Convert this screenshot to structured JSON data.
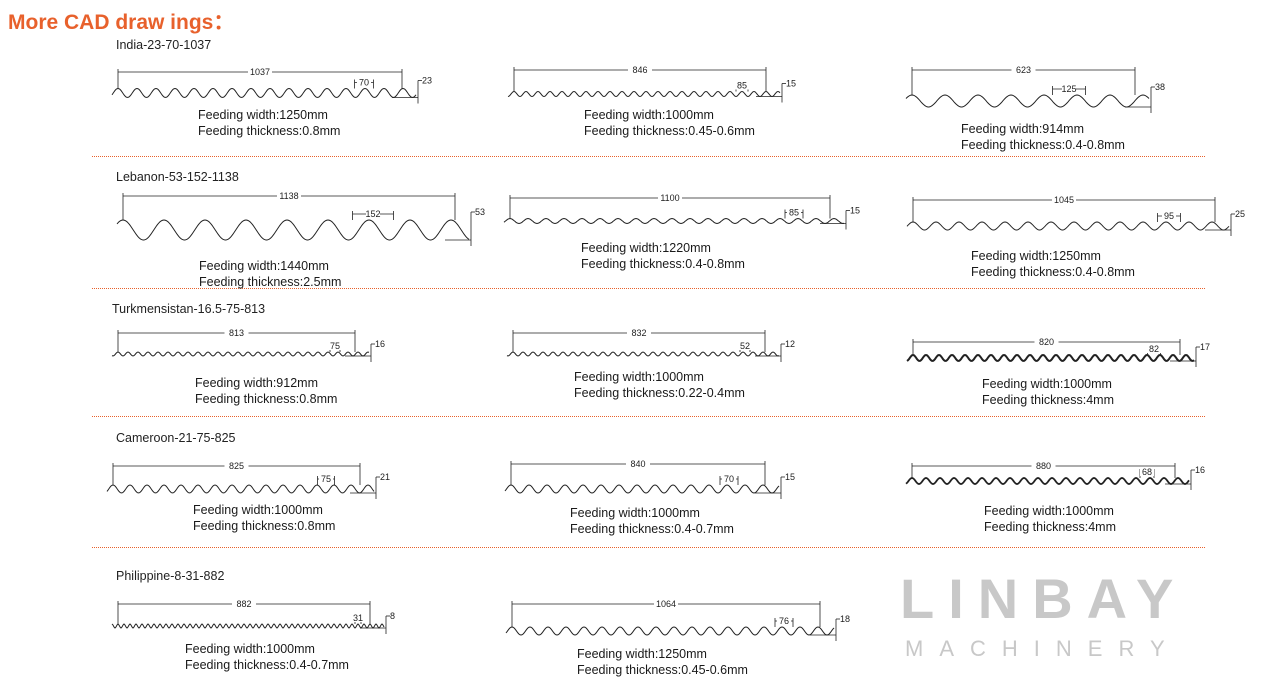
{
  "title": "More CAD draw ings：",
  "watermark": {
    "brand": "LINBAY",
    "sub": "MACHINERY"
  },
  "rows": [
    {
      "label": "India-23-70-1037",
      "profiles": [
        {
          "width": "1037",
          "pitch": "70",
          "height": "23",
          "feeding_width": "Feeding width:1250mm",
          "feeding_thickness": "Feeding thickness:0.8mm"
        },
        {
          "width": "846",
          "pitch": "85",
          "height": "15",
          "feeding_width": "Feeding width:1000mm",
          "feeding_thickness": "Feeding thickness:0.45-0.6mm"
        },
        {
          "width": "623",
          "pitch": "125",
          "height": "38",
          "feeding_width": "Feeding width:914mm",
          "feeding_thickness": "Feeding thickness:0.4-0.8mm"
        }
      ]
    },
    {
      "label": "Lebanon-53-152-1138",
      "profiles": [
        {
          "width": "1138",
          "pitch": "152",
          "height": "53",
          "feeding_width": "Feeding width:1440mm",
          "feeding_thickness": "Feeding thickness:2.5mm"
        },
        {
          "width": "1100",
          "pitch": "85",
          "height": "15",
          "feeding_width": "Feeding width:1220mm",
          "feeding_thickness": "Feeding thickness:0.4-0.8mm"
        },
        {
          "width": "1045",
          "pitch": "95",
          "height": "25",
          "feeding_width": "Feeding width:1250mm",
          "feeding_thickness": "Feeding thickness:0.4-0.8mm"
        }
      ]
    },
    {
      "label": "Turkmensistan-16.5-75-813",
      "profiles": [
        {
          "width": "813",
          "pitch": "75",
          "height": "16",
          "feeding_width": "Feeding width:912mm",
          "feeding_thickness": "Feeding thickness:0.8mm"
        },
        {
          "width": "832",
          "pitch": "52",
          "height": "12",
          "feeding_width": "Feeding width:1000mm",
          "feeding_thickness": "Feeding thickness:0.22-0.4mm"
        },
        {
          "width": "820",
          "pitch": "82",
          "height": "17",
          "feeding_width": "Feeding width:1000mm",
          "feeding_thickness": "Feeding thickness:4mm"
        }
      ]
    },
    {
      "label": "Cameroon-21-75-825",
      "profiles": [
        {
          "width": "825",
          "pitch": "75",
          "height": "21",
          "feeding_width": "Feeding width:1000mm",
          "feeding_thickness": "Feeding thickness:0.8mm"
        },
        {
          "width": "840",
          "pitch": "70",
          "height": "15",
          "feeding_width": "Feeding width:1000mm",
          "feeding_thickness": "Feeding thickness:0.4-0.7mm"
        },
        {
          "width": "880",
          "pitch": "68",
          "height": "16",
          "feeding_width": "Feeding width:1000mm",
          "feeding_thickness": "Feeding thickness:4mm"
        }
      ]
    },
    {
      "label": "Philippine-8-31-882",
      "profiles": [
        {
          "width": "882",
          "pitch": "31",
          "height": "8",
          "feeding_width": "Feeding width:1000mm",
          "feeding_thickness": "Feeding thickness:0.4-0.7mm"
        },
        {
          "width": "1064",
          "pitch": "76",
          "height": "18",
          "feeding_width": "Feeding width:1250mm",
          "feeding_thickness": "Feeding thickness:0.45-0.6mm"
        }
      ]
    }
  ]
}
